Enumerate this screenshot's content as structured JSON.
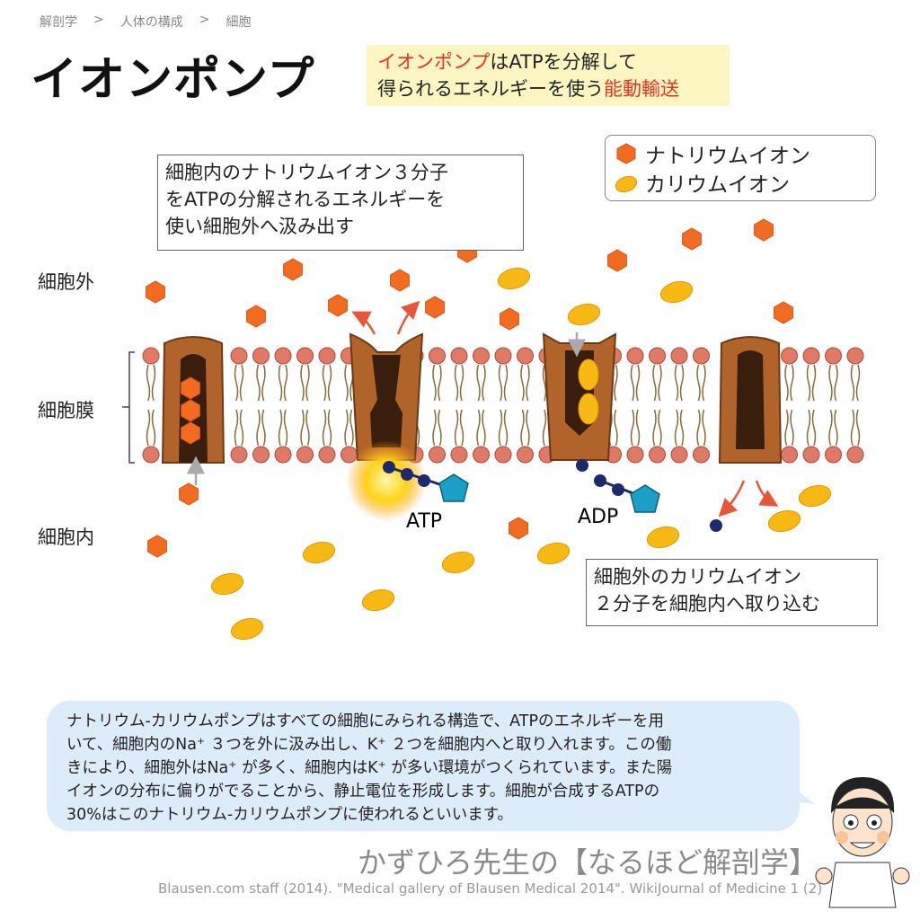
{
  "breadcrumb": [
    "解剖学",
    ">",
    "人体の構成",
    ">",
    "細胞"
  ],
  "title": "イオンポンプ",
  "title_note": {
    "part1": "イオンポンプ",
    "part2": "はATPを分解して",
    "part3": "得られるエネルギーを使う",
    "part4": "能動輸送"
  },
  "legend": {
    "sodium": "ナトリウムイオン",
    "potassium": "カリウムイオン"
  },
  "callout_sodium": {
    "line1": "細胞内のナトリウムイオン３分子",
    "line2": "をATPの分解されるエネルギーを",
    "line3": "使い細胞外へ汲み出す"
  },
  "callout_potassium": {
    "line1": "細胞外のカリウムイオン",
    "line2": "２分子を細胞内へ取り込む"
  },
  "regions": {
    "outside": "細胞外",
    "membrane": "細胞膜",
    "inside": "細胞内"
  },
  "molecules": {
    "atp": "ATP",
    "adp": "ADP"
  },
  "explanation": {
    "line1": "ナトリウム-カリウムポンプはすべての細胞にみられる構造で、ATPのエネルギーを用",
    "line2": "いて、細胞内のNa⁺ ３つを外に汲み出し、K⁺ ２つを細胞内へと取り入れます。この働",
    "line3": "きにより、細胞外はNa⁺ が多く、細胞内はK⁺ が多い環境がつくられています。また陽",
    "line4": "イオンの分布に偏りがでることから、静止電位を形成します。細胞が合成するATPの",
    "line5": "30%はこのナトリウム-カリウムポンプに使われるといいます。"
  },
  "brand": "かずひろ先生の【なるほど解剖学】",
  "citation": "Blausen.com staff (2014). \"Medical gallery of Blausen Medical 2014\". WikiJournal of Medicine 1 (2)",
  "colors": {
    "sodium": "#f26b21",
    "potassium": "#f9b915",
    "pump": "#b0642a",
    "highlight": "#e6331f",
    "phosphate": "#1f2a6b",
    "adenosine": "#1aa0c4"
  }
}
